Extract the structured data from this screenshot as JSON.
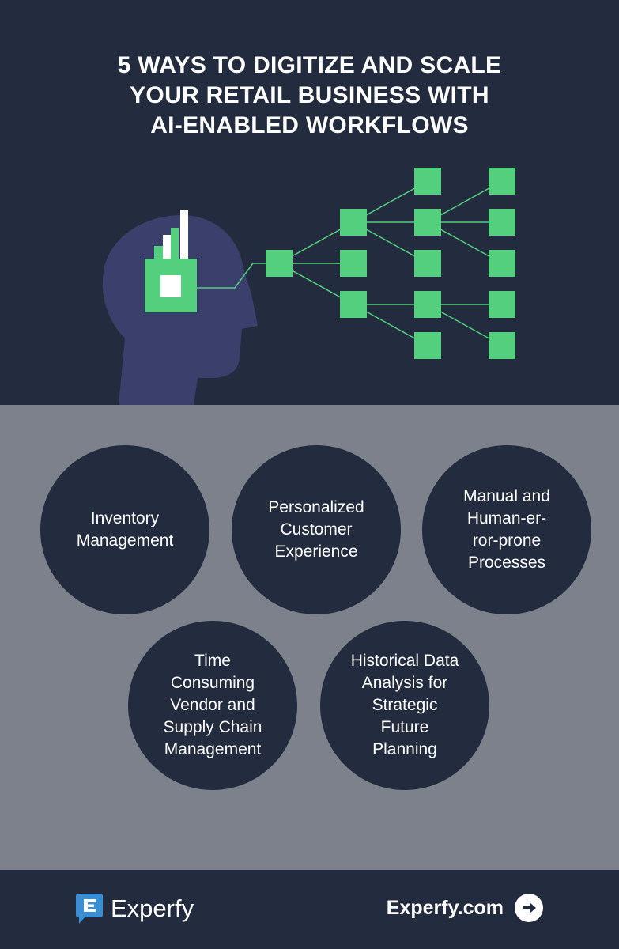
{
  "title": {
    "line1": "5 WAYS TO DIGITIZE AND SCALE",
    "line2": "YOUR RETAIL BUSINESS WITH",
    "line3": "AI-ENABLED WORKFLOWS"
  },
  "ways": [
    {
      "label": "Inventory Management"
    },
    {
      "label": "Personalized Customer Experience"
    },
    {
      "label": "Manual and Human-er-ror-prone Processes"
    },
    {
      "label": "Time Consuming Vendor and Supply Chain Management"
    },
    {
      "label": "Historical Data Analysis for Strategic Future Planning"
    }
  ],
  "footer": {
    "brand_name": "Experfy",
    "site": "Experfy.com",
    "logo_icon": "experfy-logo-icon",
    "arrow_icon": "arrow-right-circle-icon"
  },
  "colors": {
    "dark": "#232c3e",
    "gray": "#7c818c",
    "green": "#53cf7e",
    "head": "#3b3f6b",
    "logo_blue": "#3a8ed6"
  }
}
